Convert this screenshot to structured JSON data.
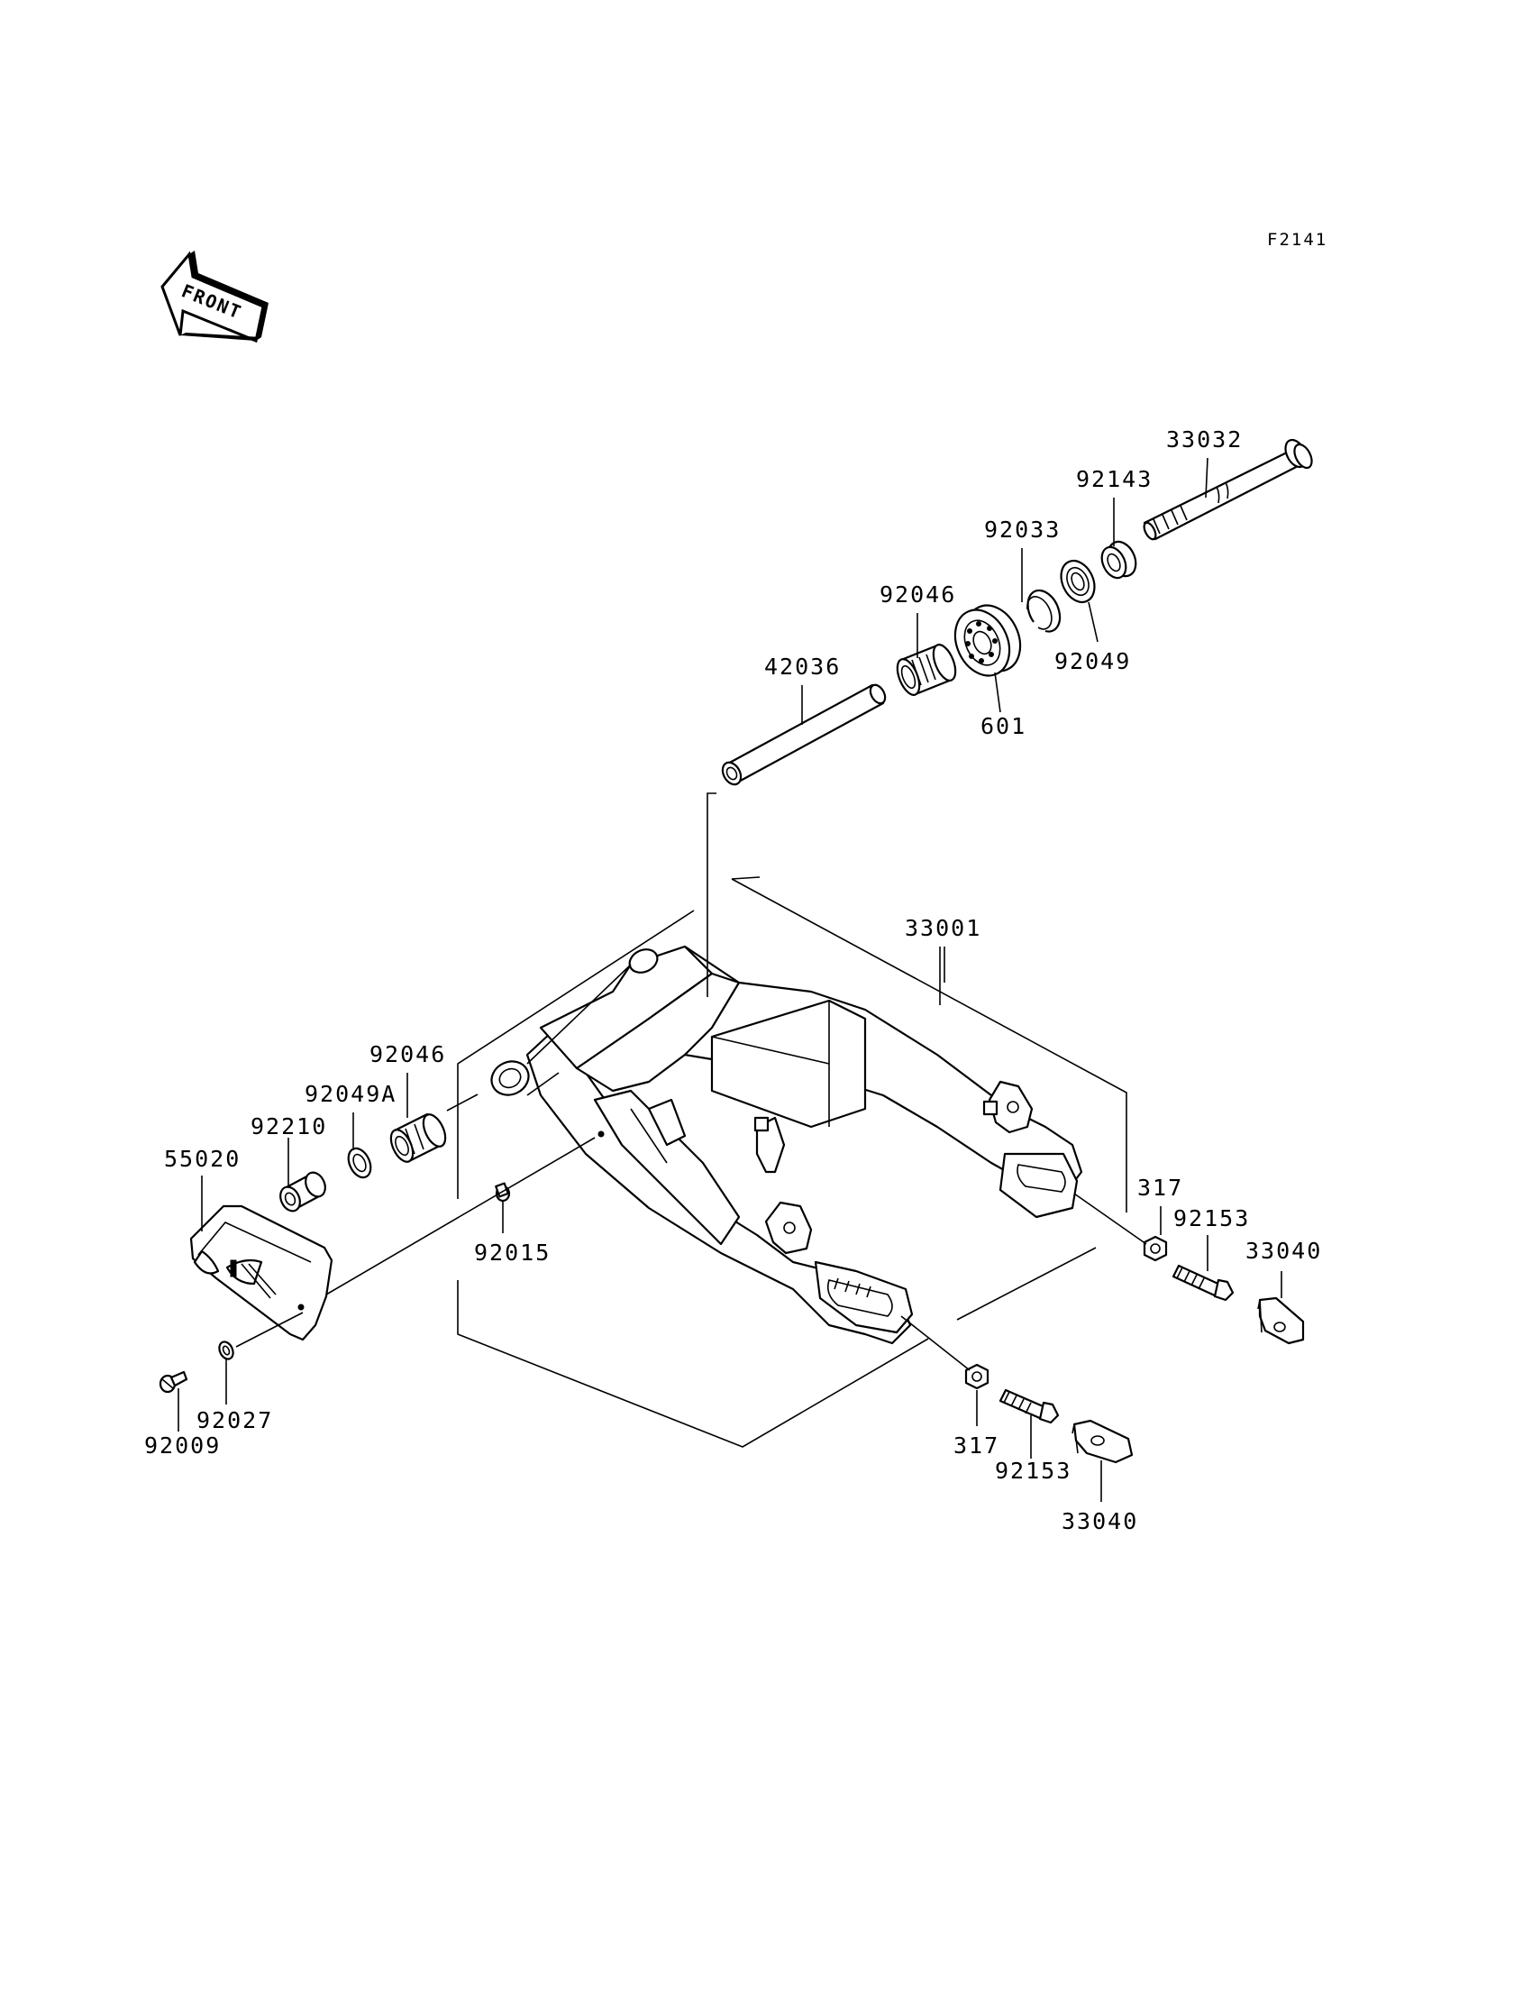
{
  "diagram_code": "F2141",
  "front_label": "FRONT",
  "parts": {
    "p33032": "33032",
    "p92143": "92143",
    "p92033": "92033",
    "p92046_top": "92046",
    "p92049": "92049",
    "p42036": "42036",
    "p601": "601",
    "p33001": "33001",
    "p92046_left": "92046",
    "p92049A": "92049A",
    "p92210": "92210",
    "p55020": "55020",
    "p92015": "92015",
    "p317_right": "317",
    "p92153_right": "92153",
    "p33040_right": "33040",
    "p317_bottom": "317",
    "p92153_bottom": "92153",
    "p33040_bottom": "33040",
    "p92027": "92027",
    "p92009": "92009"
  }
}
